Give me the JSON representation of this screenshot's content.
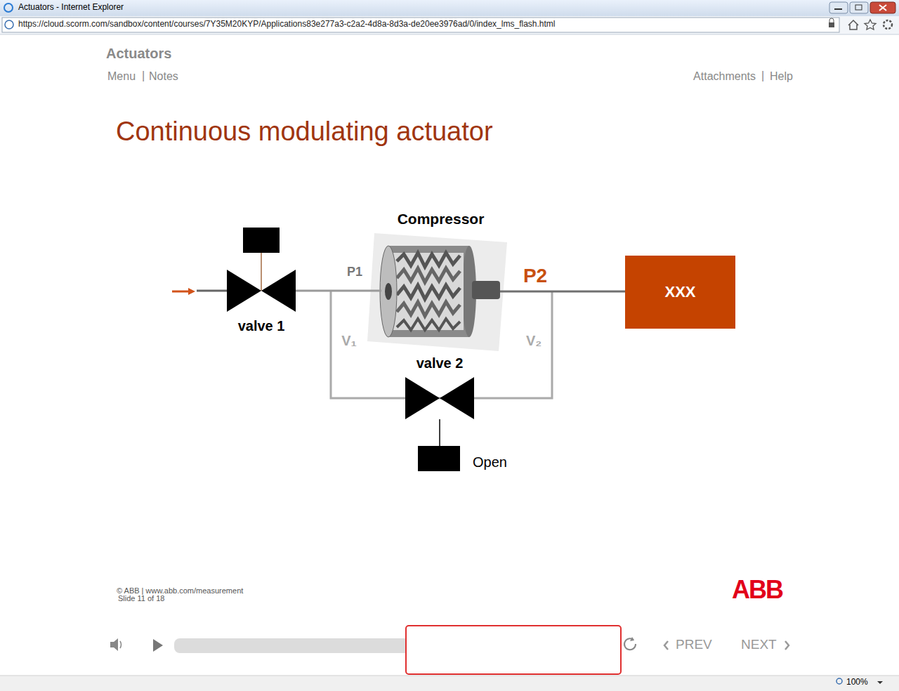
{
  "diagram": {
    "title": "Continuous modulating actuator",
    "nodes": [
      {
        "text": [
          "valve 1"
        ]
      },
      {
        "text": [
          "Compressor"
        ]
      },
      {
        "text": [
          "XXX"
        ]
      },
      {
        "text": [
          "valve 2"
        ]
      }
    ],
    "edges": [
      {
        "from": 0,
        "to": 1,
        "arrow": "none"
      },
      {
        "from": 1,
        "to": 2,
        "arrow": "none"
      }
    ],
    "labels": [
      "Actuators - Internet Explorer",
      "https://cloud.scorm.com/sandbox/content/courses/7Y35M20KYP/Applications83e277a3-c2a2-4d8a-8d3a-de20ee3976ad/0/index_lms_flash.html",
      "Actuators",
      "Menu",
      "|",
      "Notes",
      "Attachments",
      "|",
      "Help",
      "P1",
      "P2",
      "V₁",
      "V₂",
      "Open",
      "© ABB | www.abb.com/measurement",
      "Slide 11 of 18",
      "ABB",
      "PREV",
      "NEXT",
      "100%"
    ]
  }
}
